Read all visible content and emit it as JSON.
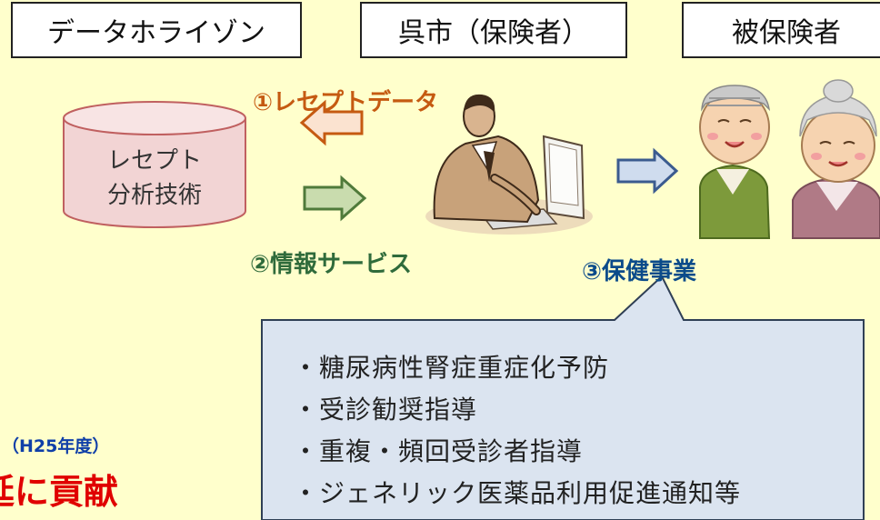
{
  "headers": {
    "data_horizon": "データホライゾン",
    "kure_city": "呉市（保険者）",
    "insured": "被保険者"
  },
  "database": {
    "line1": "レセプト",
    "line2": "分析技術"
  },
  "flows": {
    "receipt_data": "①レセプトデータ",
    "info_service": "②情報サービス",
    "health_program": "③保健事業"
  },
  "callout": {
    "items": [
      "・糖尿病性腎症重症化予防",
      "・受診勧奨指導",
      "・重複・頻回受診者指導",
      "・ジェネリック医薬品利用促進通知等"
    ]
  },
  "notes": {
    "year": "（H25年度）",
    "contribution": "延に貢献"
  },
  "colors": {
    "background": "#ffffcc",
    "receipt_arrow": "#c55a11",
    "info_arrow": "#4f7a3a",
    "health_arrow": "#3b5b8f",
    "cylinder_fill": "#f2d4d4",
    "callout_fill": "#dbe4f0"
  }
}
